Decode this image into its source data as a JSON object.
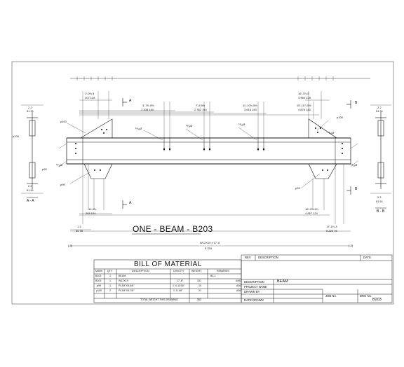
{
  "title": "ONE - BEAM - B203",
  "section_labels": {
    "aa": "A - A",
    "bb": "B - B",
    "a_top": "A",
    "a_bottom": "A",
    "b_top": "B",
    "b_bottom": "B"
  },
  "plate_callouts": {
    "p100_left": "p100",
    "p100_right": "p100",
    "p100_side": "p100",
    "p99_left": "p99",
    "p99_right": "p99",
    "p99_side": "p99"
  },
  "top_dims": [
    {
      "pair": "1'-0⅛  5",
      "mm": "307    128"
    },
    {
      "pair": "3'-7⅝  5½",
      "mm": "1 108    140"
    },
    {
      "pair": "7'-8   5½",
      "mm": "2 352    140"
    },
    {
      "pair": "11'-10⅛  5½",
      "mm": "3 616    140"
    },
    {
      "pair": "15'-11⅞  5½",
      "mm": "4 876    140"
    },
    {
      "pair": "16'-3⅞  5",
      "mm": "4 960    128"
    }
  ],
  "hole_notes": {
    "n1": "¹³⁄₁₆Ø",
    "n2": "¹³⁄₁₆Ø",
    "n3": "¹³⁄₁₆Ø",
    "n4": "¹³⁄₁₆Ø",
    "n5": "¹³⁄₁₆Ø",
    "n6": "¹³⁄₁₆Ø"
  },
  "bottom_dims": {
    "left_pair": "10   4⅞",
    "left_mm": "265    124",
    "right_pair": "16'-3⅞  4⅞",
    "right_mm": "4 957    124",
    "end_left_pair": "1  3",
    "end_left_mm": "30  76",
    "end_right_pair": "17'-1⅛  3",
    "end_right_mm": "5 220   76",
    "overall_label": "W12X19 x 17'-6",
    "overall_mm": "5 334",
    "neg_left": "(-3)",
    "neg_right": "(-3)"
  },
  "section_dims": {
    "aa_top": "2   2",
    "aa_top_mm": "51 51",
    "aa_bot": "2   2",
    "aa_bot_mm": "51 51",
    "bb_top": "2   2",
    "bb_top_mm": "51 51",
    "bb_bot": "2   2",
    "bb_bot_mm": "51 51"
  },
  "bom": {
    "title": "BILL OF MATERIAL",
    "headers": [
      "MARK",
      "QTY",
      "DESCRIPTION",
      "LENGTH",
      "WEIGHT",
      "REMARKS"
    ],
    "rows": [
      [
        "B203",
        "1",
        "BEAM",
        "",
        "",
        "B3-1"
      ],
      [
        "B203",
        "1",
        "W12X19",
        "17'-6\"",
        "331",
        "A992"
      ],
      [
        "p99",
        "1",
        "PL3/8\"X5-5/8\"",
        "1'-4-11/16\"",
        "10",
        "A36"
      ],
      [
        "p100",
        "2",
        "PL3/8\"X5-7/8\"",
        "1'-5-1/8\"",
        "21",
        "A36"
      ]
    ],
    "total_label": "TOTAL WEIGHT THIS DRAWING",
    "total_value": "362"
  },
  "title_block": {
    "rev": "REV",
    "description_hdr": "DESCRIPTION",
    "date_hdr": "DATE",
    "desc_label": "DESCRIPTION",
    "desc_value": "BEAM",
    "project_label": "PROJECT NAME",
    "drawn_by": "DRAWN BY",
    "job_no": "JOB No.",
    "date_drawn": "DATE DRAWN",
    "drg_label": "DRG No.",
    "drg_value": "B203"
  }
}
